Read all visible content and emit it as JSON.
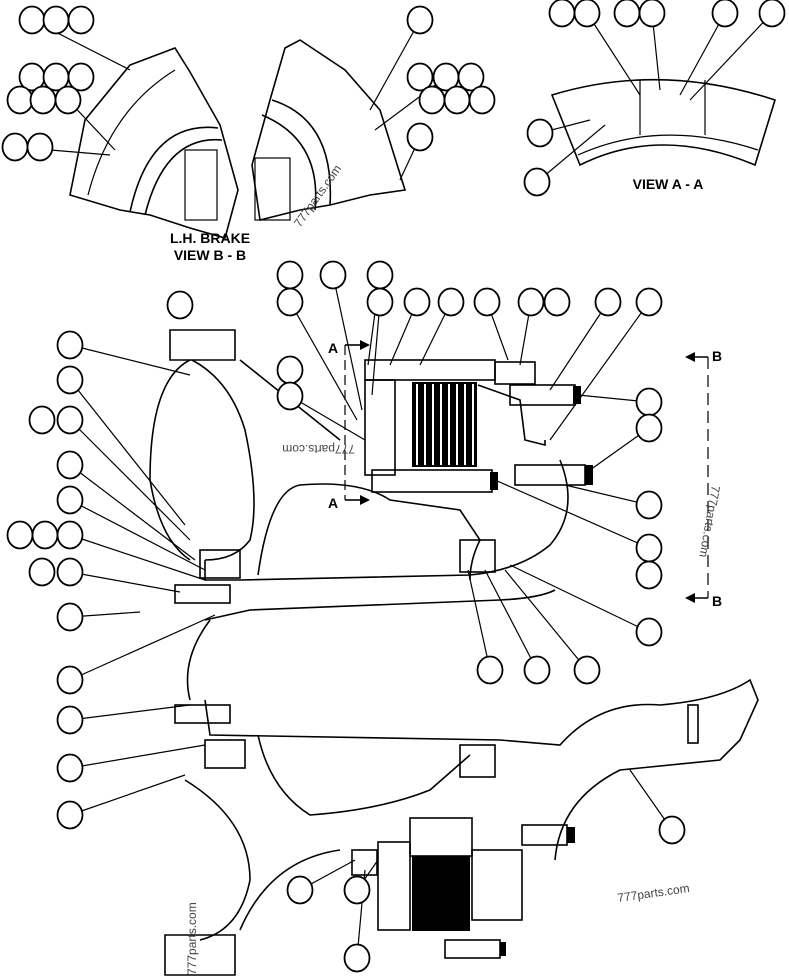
{
  "labels": {
    "lh_brake": "L.H. BRAKE",
    "view_bb": "VIEW B - B",
    "view_aa": "VIEW A - A",
    "section_a_top": "A",
    "section_a_bottom": "A",
    "section_b_top": "B",
    "section_b_bottom": "B"
  },
  "watermarks": [
    "777parts.com",
    "777parts.com",
    "777parts.com",
    "777parts.com",
    "777parts.com"
  ],
  "callout_style": "empty-circle",
  "colors": {
    "line": "#000000",
    "background": "#ffffff"
  }
}
